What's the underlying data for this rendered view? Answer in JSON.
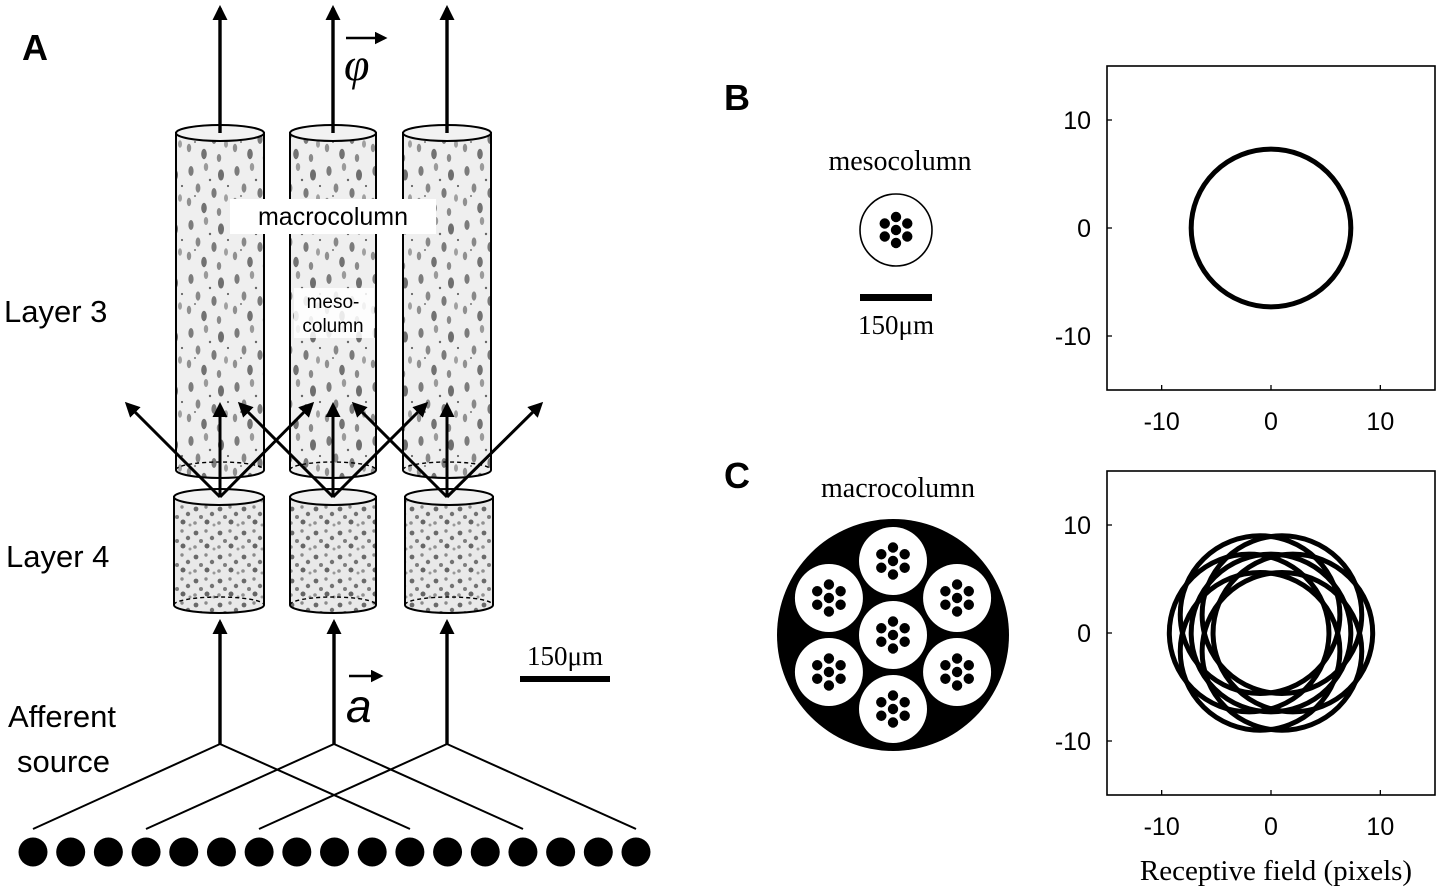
{
  "panels": {
    "a": {
      "letter": "A",
      "output_symbol": "φ",
      "input_symbol": "a",
      "label_macrocolumn": "macrocolumn",
      "label_mesocolumn_line1": "meso-",
      "label_mesocolumn_line2": "column",
      "label_layer3": "Layer 3",
      "label_layer4": "Layer 4",
      "label_afferent_line1": "Afferent",
      "label_afferent_line2": "source",
      "scale_bar": "150μm",
      "afferent_node_count": 17,
      "column_count": 3
    },
    "b": {
      "letter": "B",
      "title": "mesocolumn",
      "scale_bar": "150μm"
    },
    "c": {
      "letter": "C",
      "title": "macrocolumn"
    }
  },
  "chart_data": [
    {
      "type": "line",
      "panel": "B",
      "title": "",
      "xlabel": "",
      "ylabel": "",
      "xlim": [
        -15,
        15
      ],
      "ylim": [
        -15,
        15
      ],
      "xticks": [
        -10,
        0,
        10
      ],
      "yticks": [
        -10,
        0,
        10
      ],
      "series": [
        {
          "shape": "circle",
          "center": [
            0,
            0
          ],
          "radius": 7.3
        }
      ]
    },
    {
      "type": "line",
      "panel": "C",
      "title": "",
      "xlabel": "Receptive field (pixels)",
      "ylabel": "",
      "xlim": [
        -15,
        15
      ],
      "ylim": [
        -15,
        15
      ],
      "xticks": [
        -10,
        0,
        10
      ],
      "yticks": [
        -10,
        0,
        10
      ],
      "series": [
        {
          "shape": "circle",
          "center": [
            0,
            0
          ],
          "radius": 7.3
        },
        {
          "shape": "circle",
          "center": [
            2,
            0
          ],
          "radius": 7.3
        },
        {
          "shape": "circle",
          "center": [
            -2,
            0
          ],
          "radius": 7.3
        },
        {
          "shape": "circle",
          "center": [
            1,
            1.7
          ],
          "radius": 7.3
        },
        {
          "shape": "circle",
          "center": [
            -1,
            1.7
          ],
          "radius": 7.3
        },
        {
          "shape": "circle",
          "center": [
            1,
            -1.7
          ],
          "radius": 7.3
        },
        {
          "shape": "circle",
          "center": [
            -1,
            -1.7
          ],
          "radius": 7.3
        }
      ]
    }
  ]
}
